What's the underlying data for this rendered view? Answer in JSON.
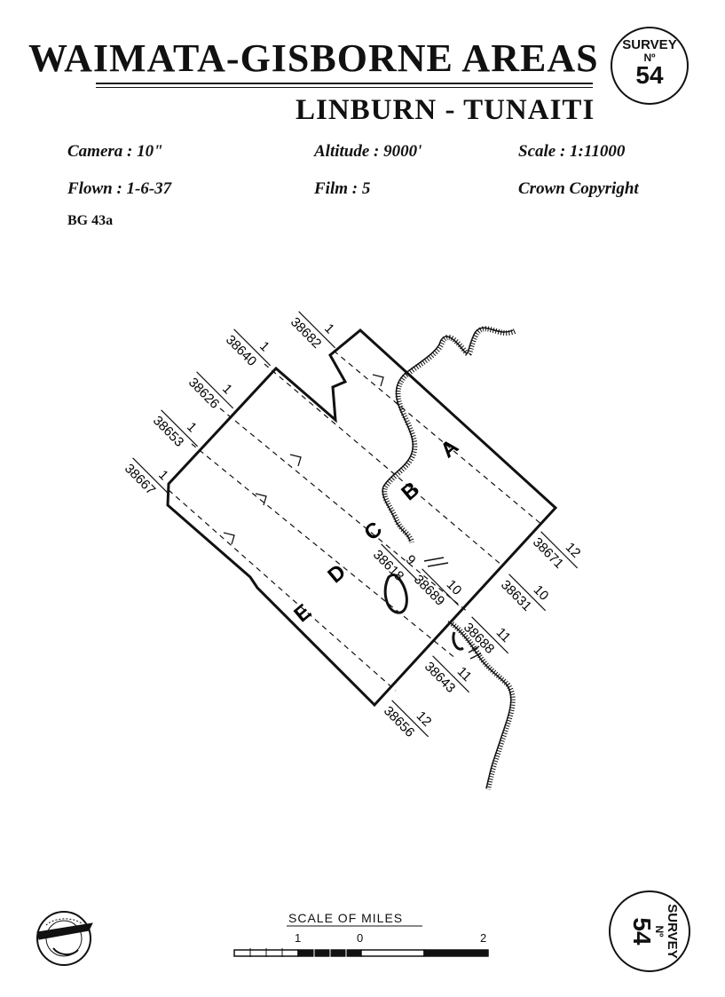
{
  "header": {
    "title": "WAIMATA-GISBORNE AREAS",
    "subtitle": "LINBURN - TUNAITI",
    "badge": {
      "line1": "SURVEY",
      "line2": "Nº",
      "number": "54"
    }
  },
  "meta": {
    "camera": "Camera : 10\"",
    "altitude": "Altitude : 9000'",
    "scale": "Scale : 1:11000",
    "flown": "Flown : 1-6-37",
    "film": "Film : 5",
    "copyright": "Crown Copyright"
  },
  "reference": "BG 43a",
  "map": {
    "runs": [
      {
        "letter": "A",
        "start_num": "1",
        "start_photo": "38682",
        "end_num": "12",
        "end_photo": "38671"
      },
      {
        "letter": "B",
        "start_num": "1",
        "start_photo": "38640",
        "end_num": "10",
        "end_photo": "38631"
      },
      {
        "letter": "C",
        "start_num": "1",
        "start_photo": "38626",
        "end_num": "9",
        "end_photo": "38618"
      },
      {
        "letter": "D",
        "start_num": "1",
        "start_photo": "38653",
        "end_num": "11",
        "end_photo": "38643"
      },
      {
        "letter": "E",
        "start_num": "1",
        "start_photo": "38667",
        "end_num": "12",
        "end_photo": "38656"
      }
    ],
    "extra_labels": [
      {
        "num": "10",
        "photo": "38689"
      },
      {
        "num": "11",
        "photo": "38688"
      }
    ]
  },
  "scale_bar": {
    "title": "SCALE OF MILES",
    "labels": [
      "1",
      "0",
      "2"
    ]
  },
  "colors": {
    "ink": "#111111",
    "paper": "#ffffff"
  }
}
